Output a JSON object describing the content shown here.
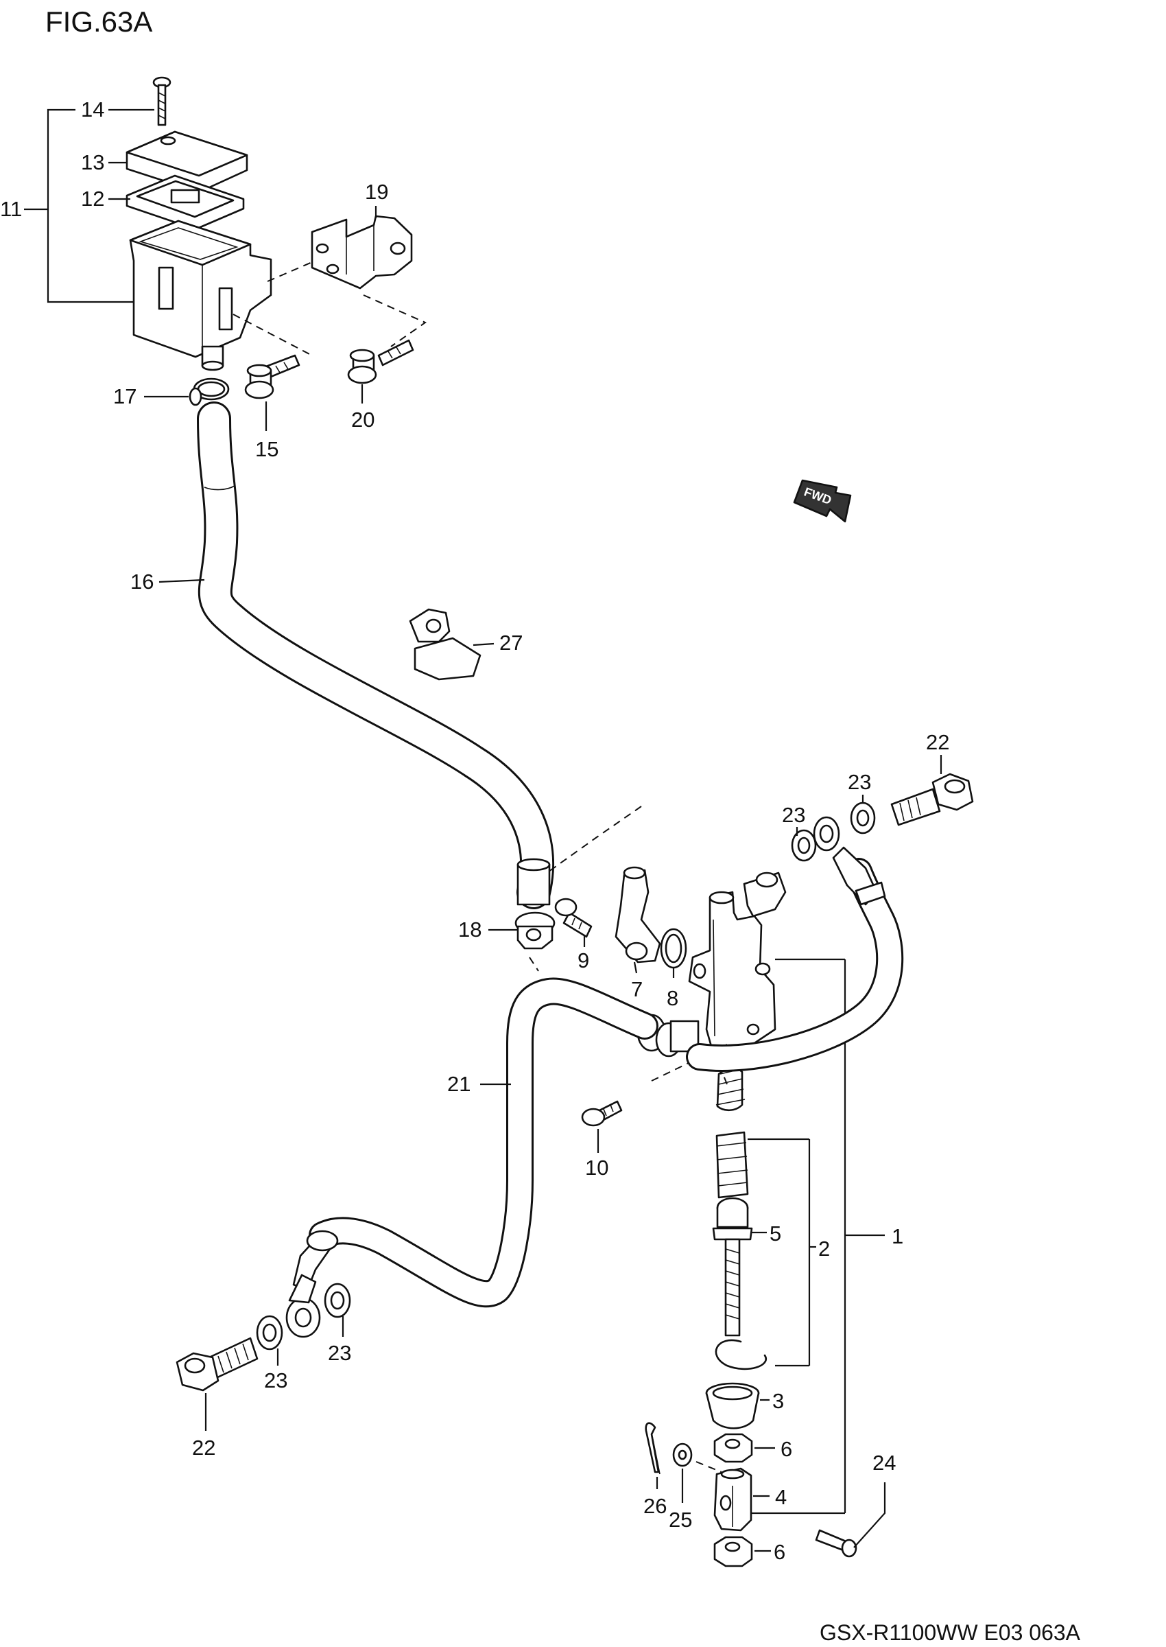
{
  "figure": {
    "title": "FIG.63A",
    "footer": "GSX-R1100WW  E03  063A",
    "fwd_label": "FWD"
  },
  "parts": {
    "p1": "1",
    "p2": "2",
    "p3": "3",
    "p4": "4",
    "p5": "5",
    "p6a": "6",
    "p6b": "6",
    "p7": "7",
    "p8": "8",
    "p9": "9",
    "p10": "10",
    "p11": "11",
    "p12": "12",
    "p13": "13",
    "p14": "14",
    "p15": "15",
    "p16": "16",
    "p17": "17",
    "p18": "18",
    "p19": "19",
    "p20": "20",
    "p21": "21",
    "p22a": "22",
    "p22b": "22",
    "p23a": "23",
    "p23b": "23",
    "p23c": "23",
    "p23d": "23",
    "p24": "24",
    "p25": "25",
    "p26": "26",
    "p27": "27"
  }
}
